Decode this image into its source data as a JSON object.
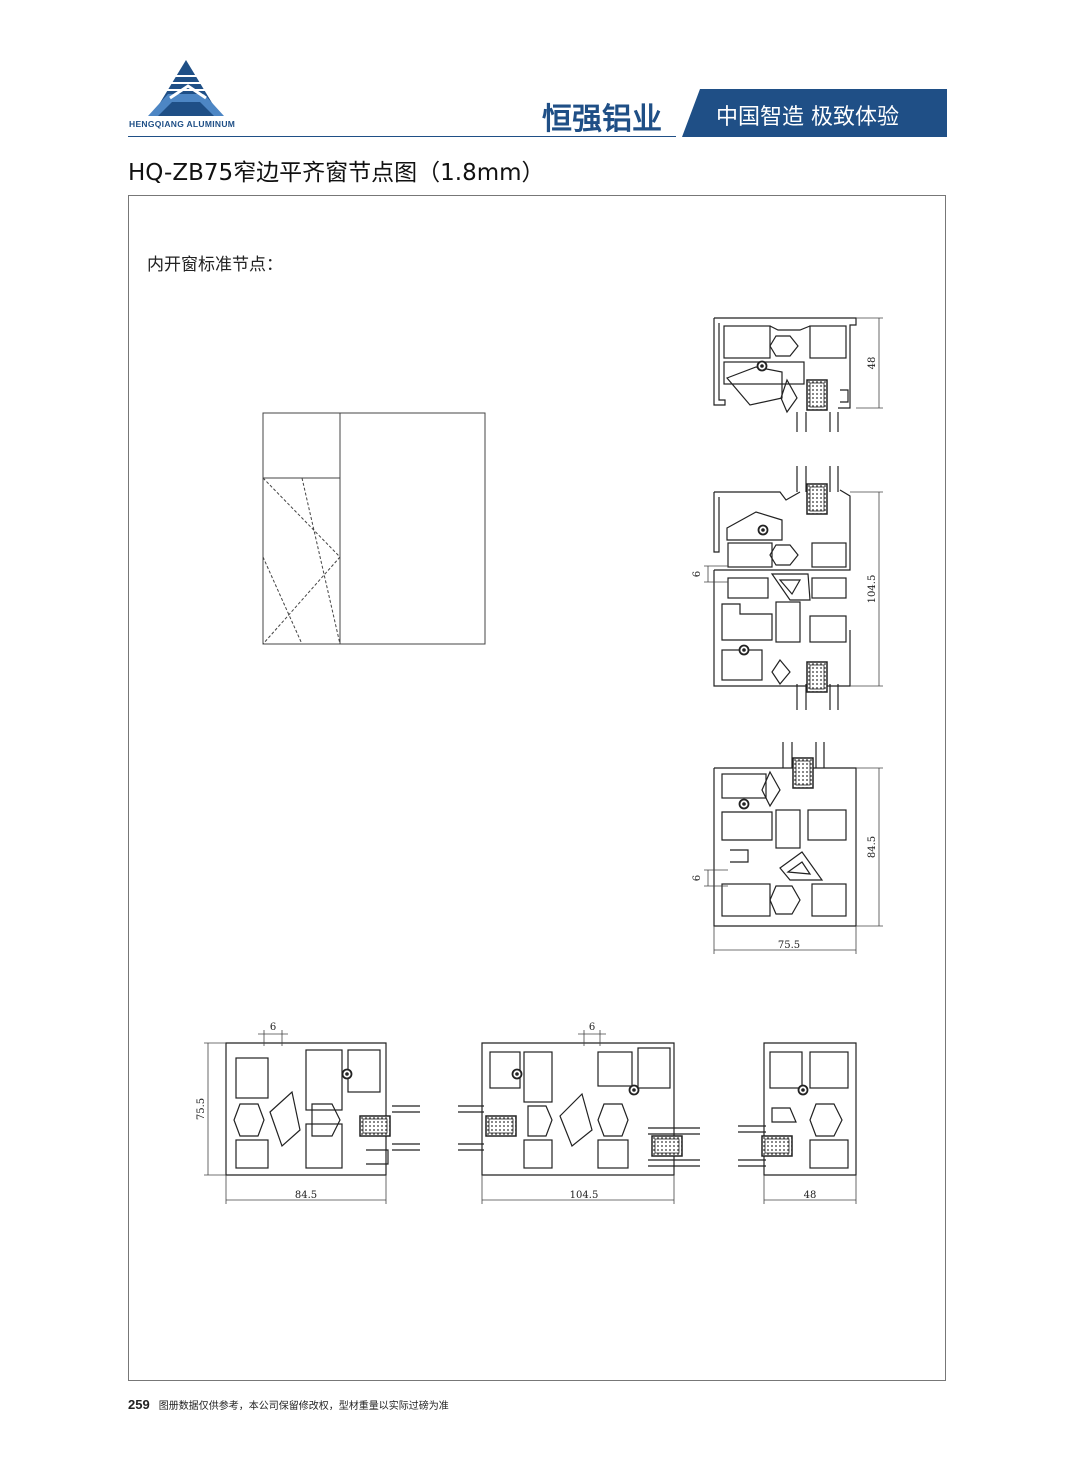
{
  "header": {
    "logo_text": "HENGQIANG ALUMINUM",
    "brand_name": "恒强铝业",
    "slogan": "中国智造 极致体验",
    "brand_color": "#1f4f86"
  },
  "page": {
    "title": "HQ-ZB75窄边平齐窗节点图（1.8mm）",
    "section_label": "内开窗标准节点："
  },
  "dimensions": {
    "top_detail_height": "48",
    "middle_detail_height": "104.5",
    "middle_detail_gap": "6",
    "lower_detail_height": "84.5",
    "lower_detail_gap": "6",
    "lower_detail_width": "75.5",
    "bottom_left_height": "75.5",
    "bottom_left_gap": "6",
    "bottom_left_width": "84.5",
    "bottom_middle_gap": "6",
    "bottom_middle_width": "104.5",
    "bottom_right_width": "48"
  },
  "footer": {
    "page_number": "259",
    "disclaimer": "图册数据仅供参考，本公司保留修改权，型材重量以实际过磅为准"
  }
}
